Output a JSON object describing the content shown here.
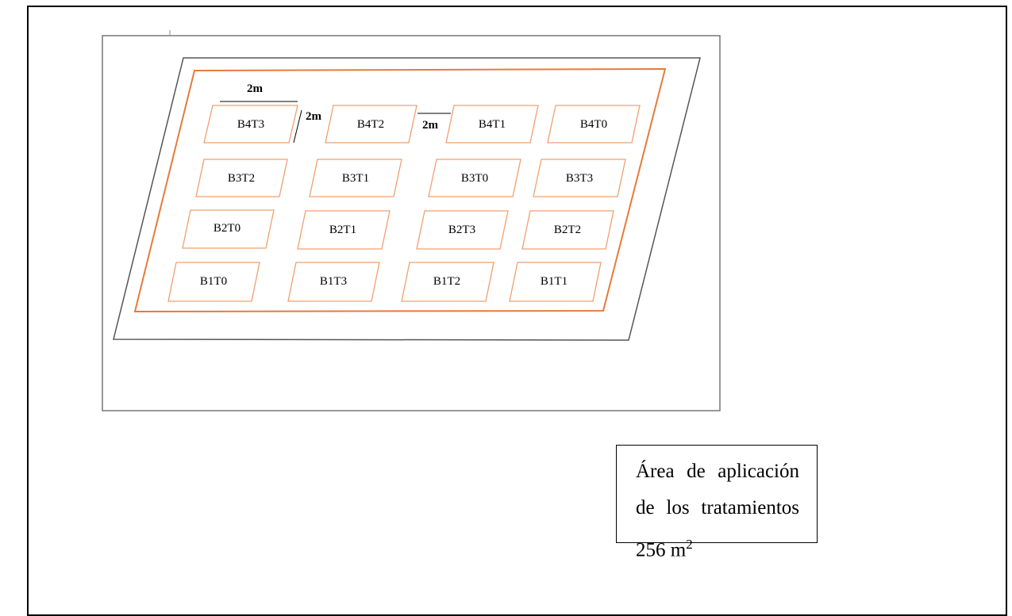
{
  "plots": {
    "row4": [
      "B4T3",
      "B4T2",
      "B4T1",
      "B4T0"
    ],
    "row3": [
      "B3T2",
      "B3T1",
      "B3T0",
      "B3T3"
    ],
    "row2": [
      "B2T0",
      "B2T1",
      "B2T3",
      "B2T2"
    ],
    "row1": [
      "B1T0",
      "B1T3",
      "B1T2",
      "B1T1"
    ]
  },
  "dimensions": {
    "width_label": "2m",
    "gap_label": "2m",
    "spacing_label": "2m"
  },
  "caption": {
    "text": "Área de aplicación de los tratamientos 256 m",
    "superscript": "2"
  },
  "colors": {
    "plot_border": "#f0a070",
    "field_border": "#e87a3a",
    "page_border": "#555555"
  }
}
